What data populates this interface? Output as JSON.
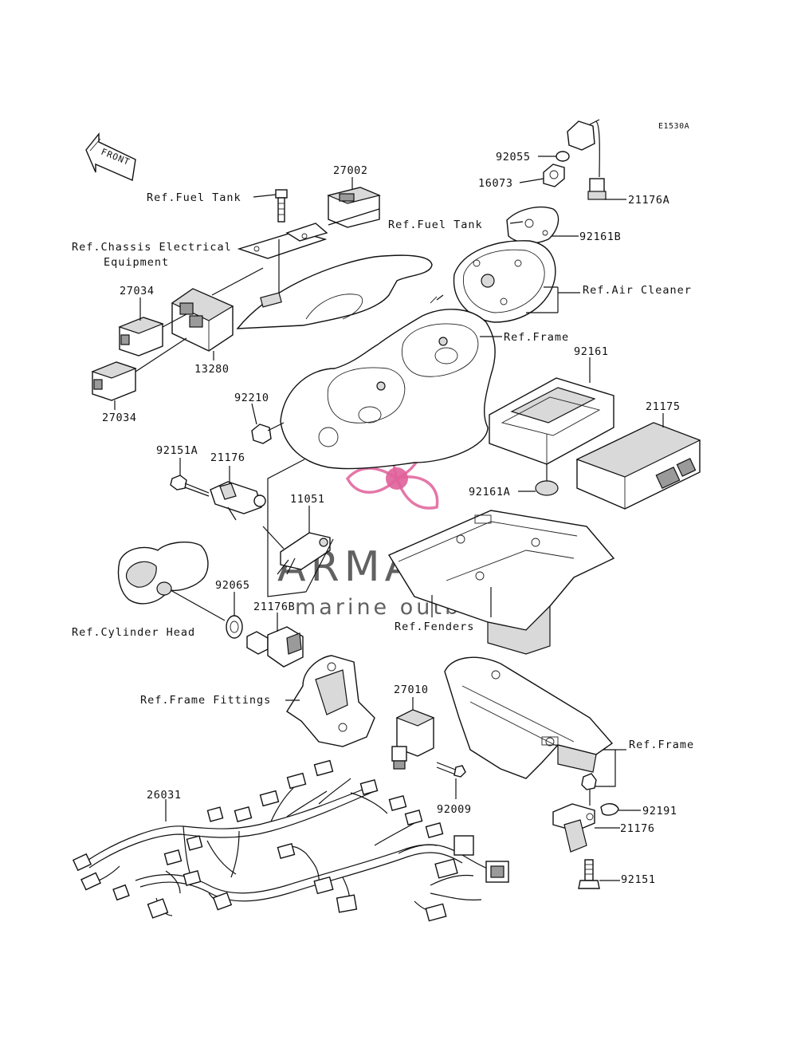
{
  "diagram_code": "E1530A",
  "front_marker": "FRONT",
  "watermark": {
    "brand": "ARMADA",
    "tagline": "marine outboards",
    "accent_color": "#e0609a"
  },
  "part_labels": {
    "p27002": "27002",
    "p92055": "92055",
    "p16073": "16073",
    "p21176A": "21176A",
    "p92161B": "92161B",
    "p27034_top": "27034",
    "p13280": "13280",
    "p27034_bottom": "27034",
    "p92161": "92161",
    "p92210": "92210",
    "p21175": "21175",
    "p92151A": "92151A",
    "p21176_left": "21176",
    "p92161A": "92161A",
    "p11051": "11051",
    "p92065": "92065",
    "p21176B": "21176B",
    "p27010": "27010",
    "p26031": "26031",
    "p92009": "92009",
    "p92191": "92191",
    "p21176_right": "21176",
    "p92151": "92151"
  },
  "reference_labels": {
    "fuel_tank_left": "Ref.Fuel Tank",
    "chassis_electrical_1": "Ref.Chassis Electrical",
    "chassis_electrical_2": "Equipment",
    "fuel_tank_right": "Ref.Fuel Tank",
    "air_cleaner": "Ref.Air Cleaner",
    "frame_top": "Ref.Frame",
    "cylinder_head": "Ref.Cylinder Head",
    "fenders": "Ref.Fenders",
    "frame_fittings": "Ref.Frame Fittings",
    "frame_bottom": "Ref.Frame"
  }
}
